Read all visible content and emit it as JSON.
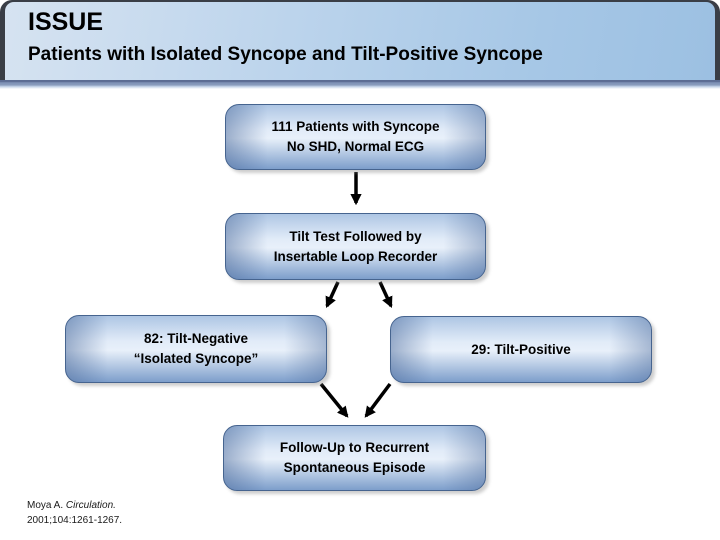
{
  "slide": {
    "title": "ISSUE",
    "subtitle": "Patients with Isolated Syncope and Tilt-Positive Syncope"
  },
  "flowchart": {
    "nodes": [
      {
        "id": "patients",
        "line1": "111 Patients with Syncope",
        "line2": "No SHD, Normal ECG"
      },
      {
        "id": "tilt-test",
        "line1": "Tilt Test Followed by",
        "line2": "Insertable Loop Recorder"
      },
      {
        "id": "tilt-negative",
        "line1": "82: Tilt-Negative",
        "line2": "“Isolated Syncope”"
      },
      {
        "id": "tilt-positive",
        "line1": "29: Tilt-Positive"
      },
      {
        "id": "follow-up",
        "line1": "Follow-Up to Recurrent",
        "line2": "Spontaneous Episode"
      }
    ]
  },
  "citation": {
    "authors": "Moya A. ",
    "journal": "Circulation.",
    "ref": "2001;104:1261-1267."
  },
  "colors": {
    "header_blue": "#a6c7e6",
    "header_frame": "#3a3e46",
    "divider_bar": "#7e91b5",
    "box_fill_light": "#e8f0fa",
    "box_fill_dark": "#7d9ecb",
    "box_border": "#46648f",
    "arrow": "#000000",
    "text": "#000000"
  }
}
